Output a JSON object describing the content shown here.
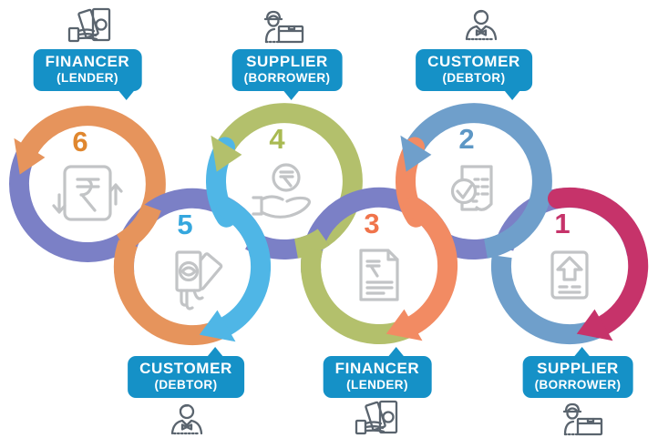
{
  "diagram_title": "supply-chain-finance-cycle",
  "colors": {
    "label_bg": "#1591c7",
    "label_text": "#ffffff",
    "orange": "#e6945c",
    "purple": "#7b80c6",
    "green": "#b3c06c",
    "cyan": "#4fb6e6",
    "coral": "#f28b63",
    "blue": "#6f9fcb",
    "crimson": "#c6336a",
    "icon_gray": "#c2c4c6",
    "actor_icon_gray": "#5a646e"
  },
  "steps": [
    {
      "number": "1",
      "role": "SUPPLIER",
      "sub": "(BORROWER)",
      "number_color": "#c6336a",
      "icon": "upload-document"
    },
    {
      "number": "2",
      "role": "CUSTOMER",
      "sub": "(DEBTOR)",
      "number_color": "#5d97c5",
      "icon": "approved-checklist"
    },
    {
      "number": "3",
      "role": "FINANCER",
      "sub": "(LENDER)",
      "number_color": "#f0744b",
      "icon": "rupee-invoice"
    },
    {
      "number": "4",
      "role": "SUPPLIER",
      "sub": "(BORROWER)",
      "number_color": "#a9ba52",
      "icon": "rupee-coin-in-hand"
    },
    {
      "number": "5",
      "role": "CUSTOMER",
      "sub": "(DEBTOR)",
      "number_color": "#35a7de",
      "icon": "money-cards-in-hand"
    },
    {
      "number": "6",
      "role": "FINANCER",
      "sub": "(LENDER)",
      "number_color": "#e0872f",
      "icon": "currency-exchange-document"
    }
  ],
  "labels": {
    "top": [
      {
        "role": "FINANCER",
        "sub": "(LENDER)"
      },
      {
        "role": "SUPPLIER",
        "sub": "(BORROWER)"
      },
      {
        "role": "CUSTOMER",
        "sub": "(DEBTOR)"
      }
    ],
    "bottom": [
      {
        "role": "CUSTOMER",
        "sub": "(DEBTOR)"
      },
      {
        "role": "FINANCER",
        "sub": "(LENDER)"
      },
      {
        "role": "SUPPLIER",
        "sub": "(BORROWER)"
      }
    ]
  },
  "actor_icons": {
    "top": [
      "cash-in-hand",
      "worker-with-package",
      "businessman"
    ],
    "bottom": [
      "businessman",
      "cash-in-hand",
      "worker-with-package"
    ]
  }
}
